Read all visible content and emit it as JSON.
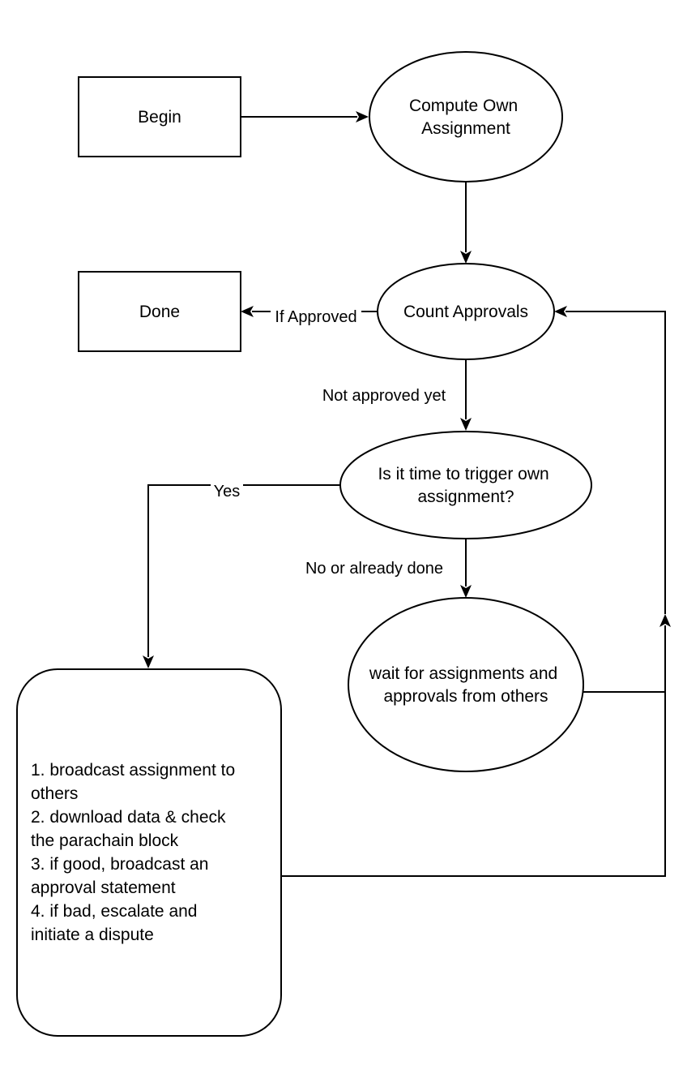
{
  "nodes": {
    "begin": {
      "text": "Begin"
    },
    "compute": {
      "lines": [
        "Compute Own",
        "Assignment"
      ]
    },
    "count": {
      "text": "Count Approvals"
    },
    "done": {
      "text": "Done"
    },
    "trigger": {
      "lines": [
        "Is it time to trigger own",
        "assignment?"
      ]
    },
    "wait": {
      "lines": [
        "wait for assignments and",
        "approvals from others"
      ]
    },
    "actions": {
      "lines": [
        "1. broadcast assignment to",
        "others",
        "2. download data & check",
        "the parachain block",
        "3. if good, broadcast an",
        "approval statement",
        "4. if bad, escalate and",
        "initiate a dispute"
      ]
    }
  },
  "edges": {
    "if_approved": "If Approved",
    "not_approved_yet": "Not approved yet",
    "yes": "Yes",
    "no_or_already_done": "No or already done"
  }
}
